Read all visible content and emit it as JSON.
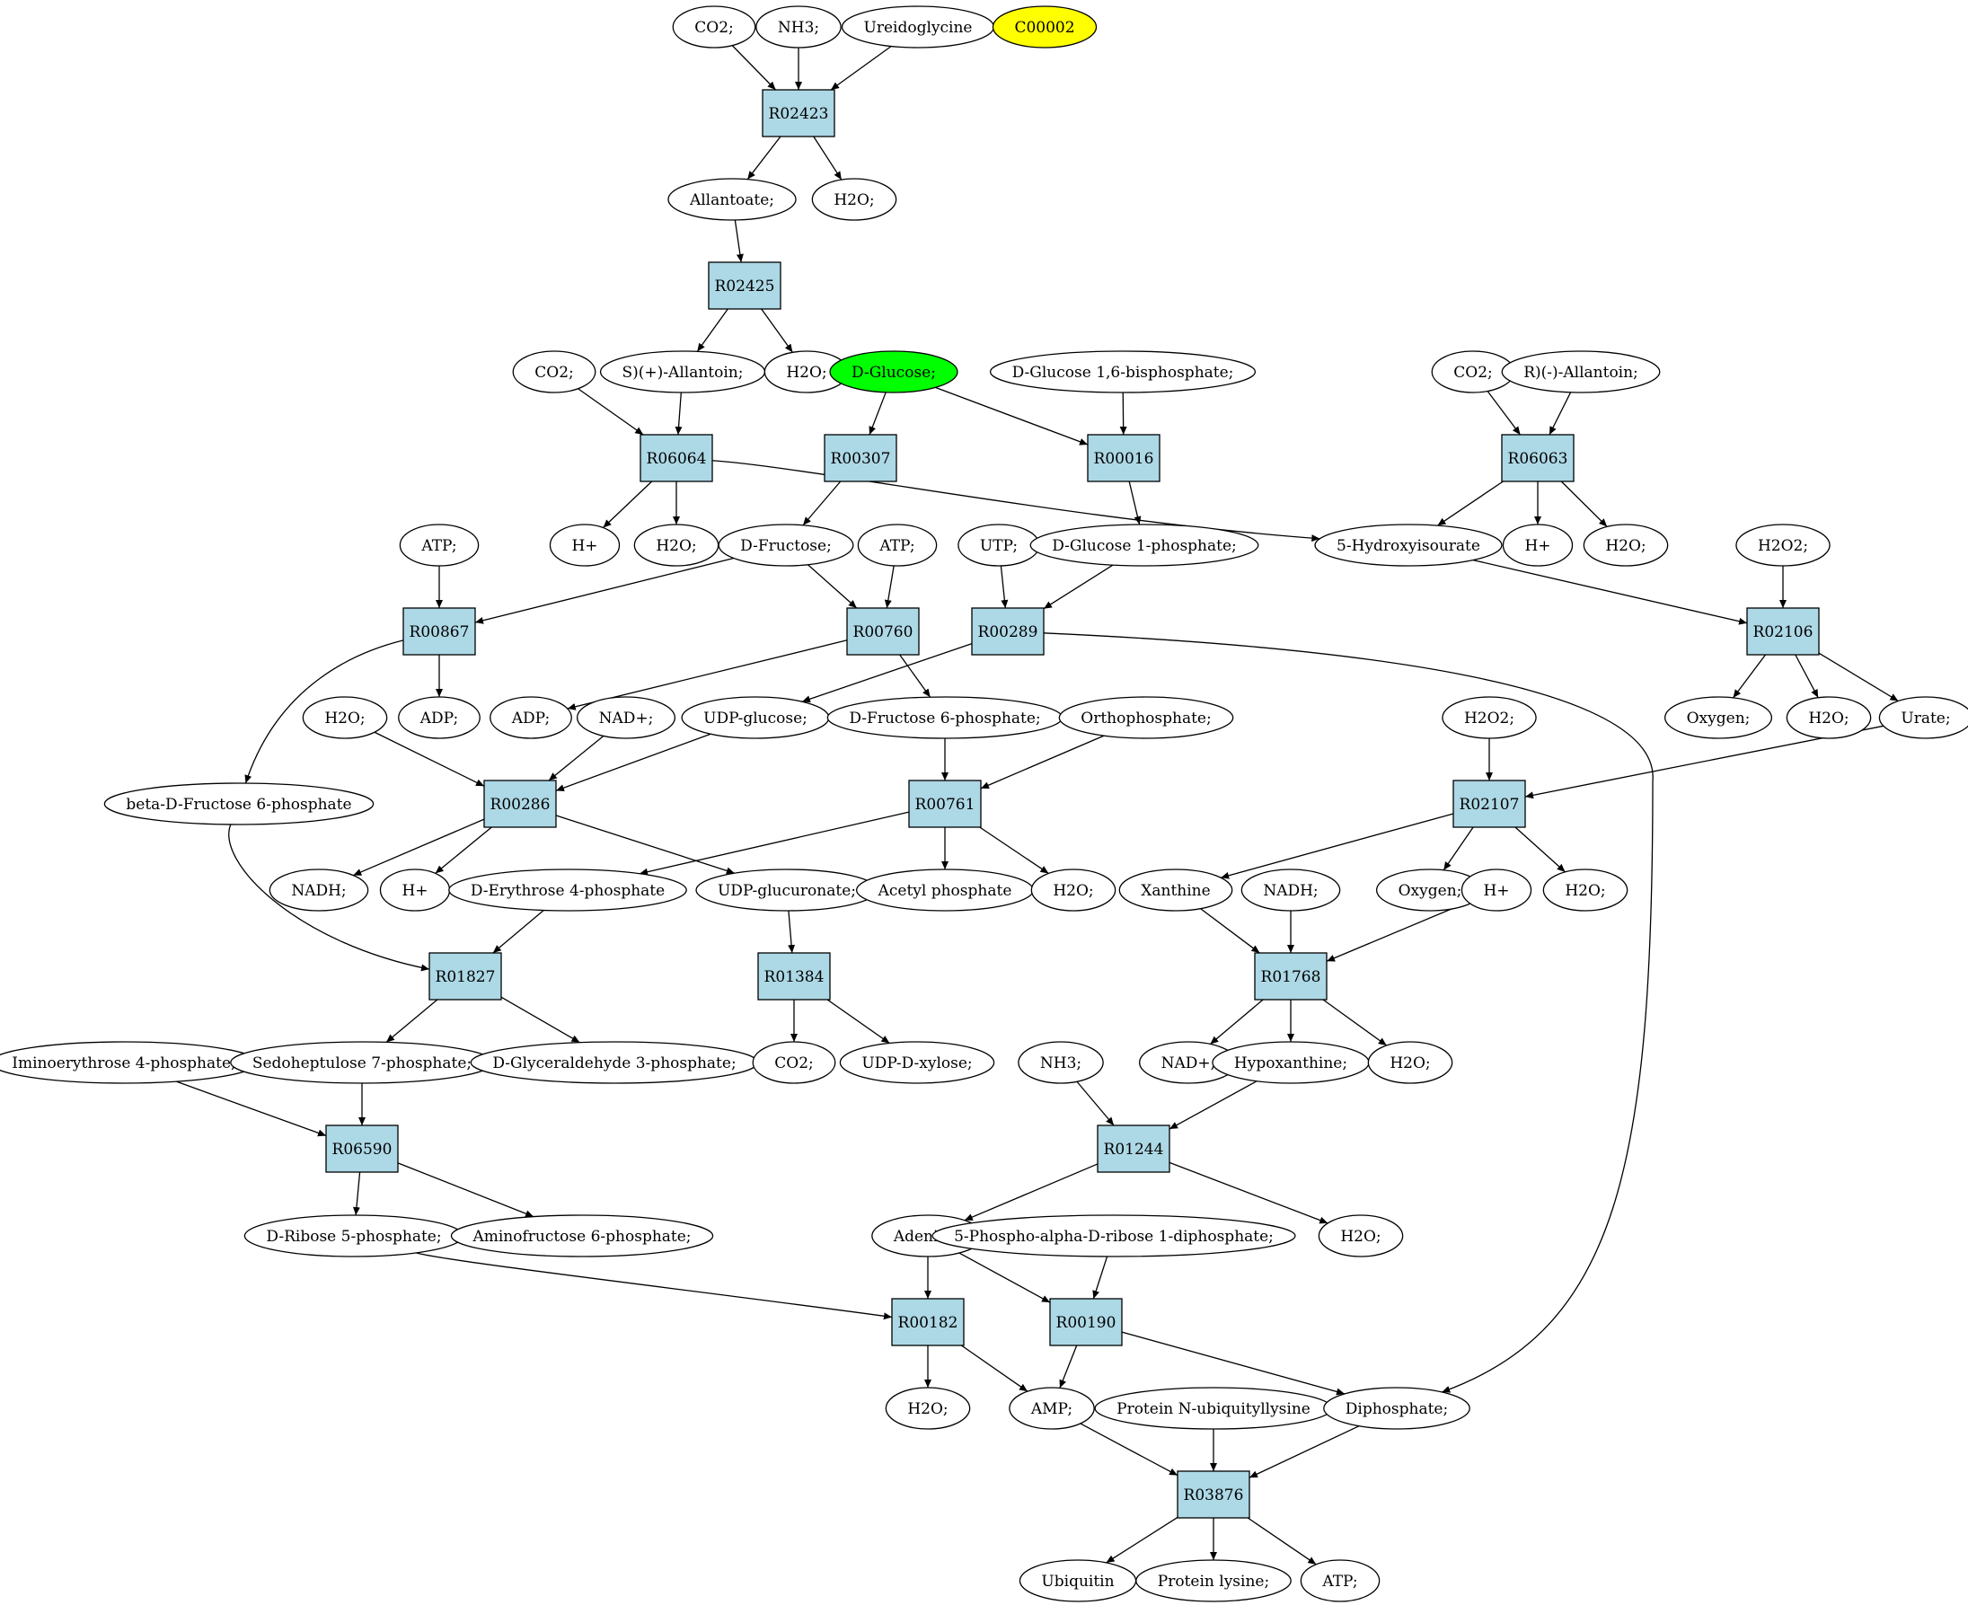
{
  "diagram": {
    "type": "metabolic-pathway-graph",
    "nodes": [
      {
        "id": "c_co2_a",
        "kind": "compound",
        "label": "CO2;"
      },
      {
        "id": "c_nh3_a",
        "kind": "compound",
        "label": "NH3;"
      },
      {
        "id": "c_ureidoglycine",
        "kind": "compound",
        "label": "Ureidoglycine"
      },
      {
        "id": "c_c00002",
        "kind": "compound",
        "label": "C00002",
        "fill": "#ffff00"
      },
      {
        "id": "r_R02423",
        "kind": "reaction",
        "label": "R02423"
      },
      {
        "id": "c_allantoate",
        "kind": "compound",
        "label": "Allantoate;"
      },
      {
        "id": "c_h2o_a",
        "kind": "compound",
        "label": "H2O;"
      },
      {
        "id": "r_R02425",
        "kind": "reaction",
        "label": "R02425"
      },
      {
        "id": "c_co2_b",
        "kind": "compound",
        "label": "CO2;"
      },
      {
        "id": "c_s_allantoin",
        "kind": "compound",
        "label": "S)(+)-Allantoin;"
      },
      {
        "id": "c_h2o_b",
        "kind": "compound",
        "label": "H2O;"
      },
      {
        "id": "c_dglucose",
        "kind": "compound",
        "label": "D-Glucose;",
        "fill": "#00ff00"
      },
      {
        "id": "c_dglucose16bp",
        "kind": "compound",
        "label": "D-Glucose 1,6-bisphosphate;"
      },
      {
        "id": "c_co2_c",
        "kind": "compound",
        "label": "CO2;"
      },
      {
        "id": "c_r_allantoin",
        "kind": "compound",
        "label": "R)(-)-Allantoin;"
      },
      {
        "id": "r_R06064",
        "kind": "reaction",
        "label": "R06064"
      },
      {
        "id": "r_R00307",
        "kind": "reaction",
        "label": "R00307"
      },
      {
        "id": "r_R00016",
        "kind": "reaction",
        "label": "R00016"
      },
      {
        "id": "r_R06063",
        "kind": "reaction",
        "label": "R06063"
      },
      {
        "id": "c_hplus_a",
        "kind": "compound",
        "label": "H+"
      },
      {
        "id": "c_h2o_c",
        "kind": "compound",
        "label": "H2O;"
      },
      {
        "id": "c_dfructose",
        "kind": "compound",
        "label": "D-Fructose;"
      },
      {
        "id": "c_atp_a",
        "kind": "compound",
        "label": "ATP;"
      },
      {
        "id": "c_atp_b",
        "kind": "compound",
        "label": "ATP;"
      },
      {
        "id": "c_utp",
        "kind": "compound",
        "label": "UTP;"
      },
      {
        "id": "c_dglucose1p",
        "kind": "compound",
        "label": "D-Glucose 1-phosphate;"
      },
      {
        "id": "c_5hydroxyisourate",
        "kind": "compound",
        "label": "5-Hydroxyisourate"
      },
      {
        "id": "c_hplus_b",
        "kind": "compound",
        "label": "H+"
      },
      {
        "id": "c_h2o_d",
        "kind": "compound",
        "label": "H2O;"
      },
      {
        "id": "c_h2o2_a",
        "kind": "compound",
        "label": "H2O2;"
      },
      {
        "id": "r_R00867",
        "kind": "reaction",
        "label": "R00867"
      },
      {
        "id": "r_R00760",
        "kind": "reaction",
        "label": "R00760"
      },
      {
        "id": "r_R00289",
        "kind": "reaction",
        "label": "R00289"
      },
      {
        "id": "r_R02106",
        "kind": "reaction",
        "label": "R02106"
      },
      {
        "id": "c_h2o_e",
        "kind": "compound",
        "label": "H2O;"
      },
      {
        "id": "c_adp_a",
        "kind": "compound",
        "label": "ADP;"
      },
      {
        "id": "c_adp_b",
        "kind": "compound",
        "label": "ADP;"
      },
      {
        "id": "c_nadplus_a",
        "kind": "compound",
        "label": "NAD+;"
      },
      {
        "id": "c_udpglucose",
        "kind": "compound",
        "label": "UDP-glucose;"
      },
      {
        "id": "c_dfructose6p",
        "kind": "compound",
        "label": "D-Fructose 6-phosphate;"
      },
      {
        "id": "c_orthophosphate",
        "kind": "compound",
        "label": "Orthophosphate;"
      },
      {
        "id": "c_h2o2_b",
        "kind": "compound",
        "label": "H2O2;"
      },
      {
        "id": "c_oxygen_a",
        "kind": "compound",
        "label": "Oxygen;"
      },
      {
        "id": "c_h2o_f",
        "kind": "compound",
        "label": "H2O;"
      },
      {
        "id": "c_urate",
        "kind": "compound",
        "label": "Urate;"
      },
      {
        "id": "c_betadfructose6p",
        "kind": "compound",
        "label": "beta-D-Fructose 6-phosphate"
      },
      {
        "id": "r_R00286",
        "kind": "reaction",
        "label": "R00286"
      },
      {
        "id": "r_R00761",
        "kind": "reaction",
        "label": "R00761"
      },
      {
        "id": "r_R02107",
        "kind": "reaction",
        "label": "R02107"
      },
      {
        "id": "c_nadh_a",
        "kind": "compound",
        "label": "NADH;"
      },
      {
        "id": "c_hplus_c",
        "kind": "compound",
        "label": "H+"
      },
      {
        "id": "c_derythrose4p",
        "kind": "compound",
        "label": "D-Erythrose 4-phosphate"
      },
      {
        "id": "c_udpglucuronate",
        "kind": "compound",
        "label": "UDP-glucuronate;"
      },
      {
        "id": "c_acetylphosphate",
        "kind": "compound",
        "label": "Acetyl phosphate"
      },
      {
        "id": "c_h2o_g",
        "kind": "compound",
        "label": "H2O;"
      },
      {
        "id": "c_xanthine",
        "kind": "compound",
        "label": "Xanthine"
      },
      {
        "id": "c_nadh_b",
        "kind": "compound",
        "label": "NADH;"
      },
      {
        "id": "c_oxygen_b",
        "kind": "compound",
        "label": "Oxygen;"
      },
      {
        "id": "c_hplus_d",
        "kind": "compound",
        "label": "H+"
      },
      {
        "id": "c_h2o_h",
        "kind": "compound",
        "label": "H2O;"
      },
      {
        "id": "r_R01827",
        "kind": "reaction",
        "label": "R01827"
      },
      {
        "id": "r_R01384",
        "kind": "reaction",
        "label": "R01384"
      },
      {
        "id": "r_R01768",
        "kind": "reaction",
        "label": "R01768"
      },
      {
        "id": "c_iminoerythrose4p",
        "kind": "compound",
        "label": "Iminoerythrose 4-phosphate;"
      },
      {
        "id": "c_sedoheptulose7p",
        "kind": "compound",
        "label": "Sedoheptulose 7-phosphate;"
      },
      {
        "id": "c_dglyceraldehyde3p",
        "kind": "compound",
        "label": "D-Glyceraldehyde 3-phosphate;"
      },
      {
        "id": "c_co2_d",
        "kind": "compound",
        "label": "CO2;"
      },
      {
        "id": "c_udpdxylose",
        "kind": "compound",
        "label": "UDP-D-xylose;"
      },
      {
        "id": "c_nh3_b",
        "kind": "compound",
        "label": "NH3;"
      },
      {
        "id": "c_nadplus_b",
        "kind": "compound",
        "label": "NAD+;"
      },
      {
        "id": "c_hypoxanthine",
        "kind": "compound",
        "label": "Hypoxanthine;"
      },
      {
        "id": "c_h2o_i",
        "kind": "compound",
        "label": "H2O;"
      },
      {
        "id": "r_R06590",
        "kind": "reaction",
        "label": "R06590"
      },
      {
        "id": "r_R01244",
        "kind": "reaction",
        "label": "R01244"
      },
      {
        "id": "c_dribose5p",
        "kind": "compound",
        "label": "D-Ribose 5-phosphate;"
      },
      {
        "id": "c_aminofructose6p",
        "kind": "compound",
        "label": "Aminofructose 6-phosphate;"
      },
      {
        "id": "c_adenine",
        "kind": "compound",
        "label": "Adenine;"
      },
      {
        "id": "c_prpp",
        "kind": "compound",
        "label": "5-Phospho-alpha-D-ribose 1-diphosphate;"
      },
      {
        "id": "c_h2o_j",
        "kind": "compound",
        "label": "H2O;"
      },
      {
        "id": "r_R00182",
        "kind": "reaction",
        "label": "R00182"
      },
      {
        "id": "r_R00190",
        "kind": "reaction",
        "label": "R00190"
      },
      {
        "id": "c_h2o_k",
        "kind": "compound",
        "label": "H2O;"
      },
      {
        "id": "c_amp",
        "kind": "compound",
        "label": "AMP;"
      },
      {
        "id": "c_proteinnubiq",
        "kind": "compound",
        "label": "Protein N-ubiquityllysine"
      },
      {
        "id": "c_diphosphate",
        "kind": "compound",
        "label": "Diphosphate;"
      },
      {
        "id": "r_R03876",
        "kind": "reaction",
        "label": "R03876"
      },
      {
        "id": "c_ubiquitin",
        "kind": "compound",
        "label": "Ubiquitin"
      },
      {
        "id": "c_proteinlysine",
        "kind": "compound",
        "label": "Protein lysine;"
      },
      {
        "id": "c_atp_c",
        "kind": "compound",
        "label": "ATP;"
      }
    ],
    "edges": [
      [
        "c_co2_a",
        "r_R02423"
      ],
      [
        "c_nh3_a",
        "r_R02423"
      ],
      [
        "c_ureidoglycine",
        "r_R02423"
      ],
      [
        "r_R02423",
        "c_allantoate"
      ],
      [
        "r_R02423",
        "c_h2o_a"
      ],
      [
        "c_allantoate",
        "r_R02425"
      ],
      [
        "r_R02425",
        "c_s_allantoin"
      ],
      [
        "r_R02425",
        "c_h2o_b"
      ],
      [
        "c_co2_b",
        "r_R06064"
      ],
      [
        "c_s_allantoin",
        "r_R06064"
      ],
      [
        "r_R06064",
        "c_hplus_a"
      ],
      [
        "r_R06064",
        "c_h2o_c"
      ],
      [
        "r_R06064",
        "c_5hydroxyisourate"
      ],
      [
        "c_dglucose",
        "r_R00307"
      ],
      [
        "c_dglucose",
        "r_R00016"
      ],
      [
        "r_R00307",
        "c_dfructose"
      ],
      [
        "c_dglucose16bp",
        "r_R00016"
      ],
      [
        "r_R00016",
        "c_dglucose1p"
      ],
      [
        "c_co2_c",
        "r_R06063"
      ],
      [
        "c_r_allantoin",
        "r_R06063"
      ],
      [
        "r_R06063",
        "c_5hydroxyisourate"
      ],
      [
        "r_R06063",
        "c_hplus_b"
      ],
      [
        "r_R06063",
        "c_h2o_d"
      ],
      [
        "c_atp_a",
        "r_R00867"
      ],
      [
        "c_dfructose",
        "r_R00867"
      ],
      [
        "r_R00867",
        "c_adp_a"
      ],
      [
        "r_R00867",
        "c_betadfructose6p"
      ],
      [
        "c_dfructose",
        "r_R00760"
      ],
      [
        "c_atp_b",
        "r_R00760"
      ],
      [
        "r_R00760",
        "c_adp_b"
      ],
      [
        "r_R00760",
        "c_dfructose6p"
      ],
      [
        "c_utp",
        "r_R00289"
      ],
      [
        "c_dglucose1p",
        "r_R00289"
      ],
      [
        "r_R00289",
        "c_udpglucose"
      ],
      [
        "r_R00289",
        "c_diphosphate"
      ],
      [
        "c_5hydroxyisourate",
        "r_R02106"
      ],
      [
        "c_h2o2_a",
        "r_R02106"
      ],
      [
        "r_R02106",
        "c_oxygen_a"
      ],
      [
        "r_R02106",
        "c_h2o_f"
      ],
      [
        "r_R02106",
        "c_urate"
      ],
      [
        "c_h2o_e",
        "r_R00286"
      ],
      [
        "c_nadplus_a",
        "r_R00286"
      ],
      [
        "c_udpglucose",
        "r_R00286"
      ],
      [
        "r_R00286",
        "c_nadh_a"
      ],
      [
        "r_R00286",
        "c_hplus_c"
      ],
      [
        "r_R00286",
        "c_udpglucuronate"
      ],
      [
        "c_dfructose6p",
        "r_R00761"
      ],
      [
        "c_orthophosphate",
        "r_R00761"
      ],
      [
        "r_R00761",
        "c_derythrose4p"
      ],
      [
        "r_R00761",
        "c_acetylphosphate"
      ],
      [
        "r_R00761",
        "c_h2o_g"
      ],
      [
        "c_h2o2_b",
        "r_R02107"
      ],
      [
        "c_urate",
        "r_R02107"
      ],
      [
        "r_R02107",
        "c_xanthine"
      ],
      [
        "r_R02107",
        "c_oxygen_b"
      ],
      [
        "r_R02107",
        "c_h2o_h"
      ],
      [
        "c_betadfructose6p",
        "r_R01827"
      ],
      [
        "c_derythrose4p",
        "r_R01827"
      ],
      [
        "r_R01827",
        "c_sedoheptulose7p"
      ],
      [
        "r_R01827",
        "c_dglyceraldehyde3p"
      ],
      [
        "c_udpglucuronate",
        "r_R01384"
      ],
      [
        "r_R01384",
        "c_co2_d"
      ],
      [
        "r_R01384",
        "c_udpdxylose"
      ],
      [
        "c_xanthine",
        "r_R01768"
      ],
      [
        "c_nadh_b",
        "r_R01768"
      ],
      [
        "c_hplus_d",
        "r_R01768"
      ],
      [
        "r_R01768",
        "c_nadplus_b"
      ],
      [
        "r_R01768",
        "c_hypoxanthine"
      ],
      [
        "r_R01768",
        "c_h2o_i"
      ],
      [
        "c_iminoerythrose4p",
        "r_R06590"
      ],
      [
        "c_sedoheptulose7p",
        "r_R06590"
      ],
      [
        "r_R06590",
        "c_dribose5p"
      ],
      [
        "r_R06590",
        "c_aminofructose6p"
      ],
      [
        "c_nh3_b",
        "r_R01244"
      ],
      [
        "c_hypoxanthine",
        "r_R01244"
      ],
      [
        "r_R01244",
        "c_adenine"
      ],
      [
        "r_R01244",
        "c_h2o_j"
      ],
      [
        "c_dribose5p",
        "r_R00182"
      ],
      [
        "c_adenine",
        "r_R00182"
      ],
      [
        "r_R00182",
        "c_h2o_k"
      ],
      [
        "r_R00182",
        "c_amp"
      ],
      [
        "c_adenine",
        "r_R00190"
      ],
      [
        "c_prpp",
        "r_R00190"
      ],
      [
        "r_R00190",
        "c_amp"
      ],
      [
        "r_R00190",
        "c_diphosphate"
      ],
      [
        "c_amp",
        "r_R03876"
      ],
      [
        "c_proteinnubiq",
        "r_R03876"
      ],
      [
        "c_diphosphate",
        "r_R03876"
      ],
      [
        "r_R03876",
        "c_ubiquitin"
      ],
      [
        "r_R03876",
        "c_proteinlysine"
      ],
      [
        "r_R03876",
        "c_atp_c"
      ]
    ]
  }
}
